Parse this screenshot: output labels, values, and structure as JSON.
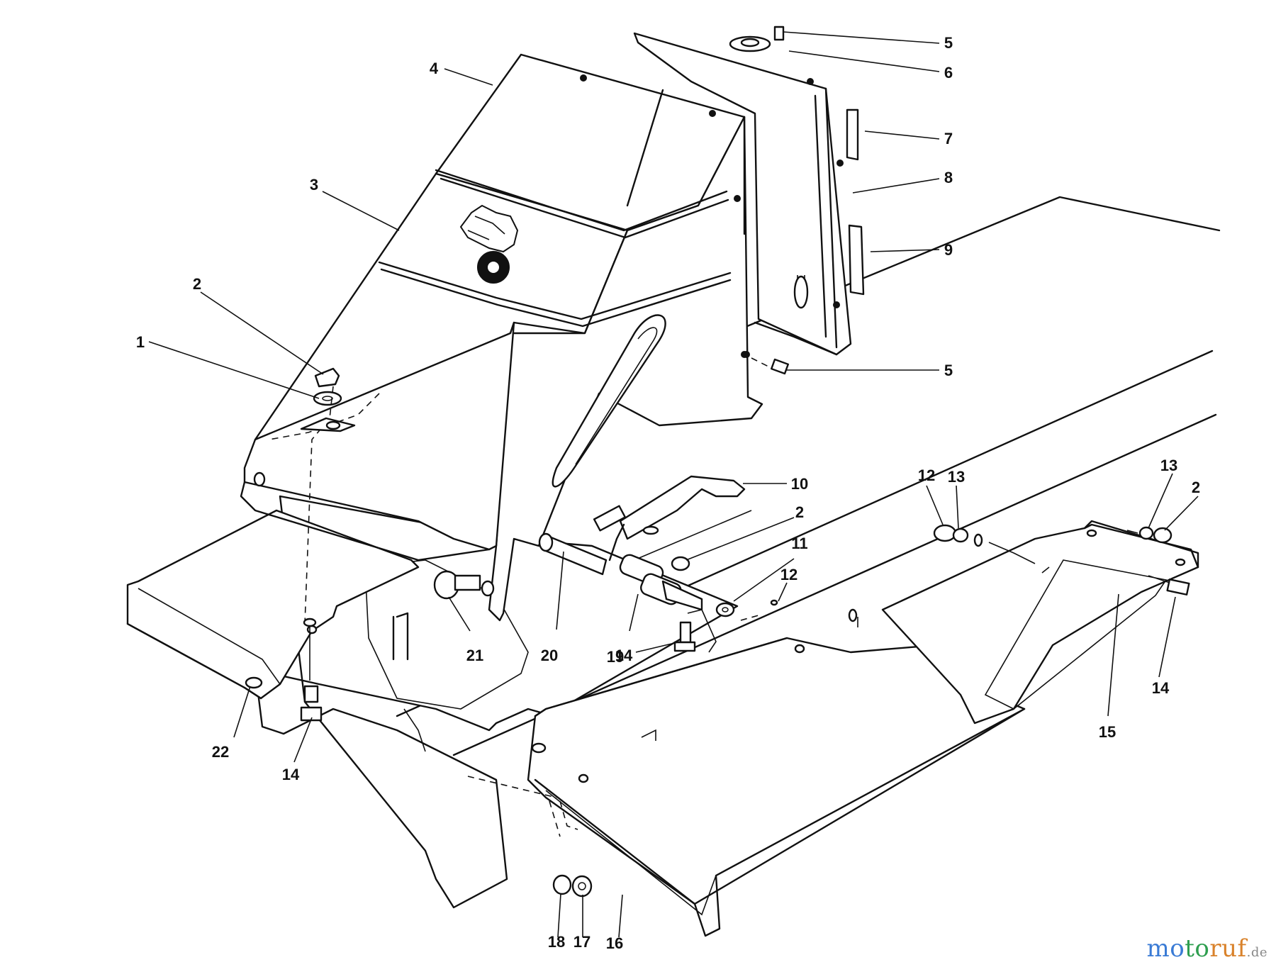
{
  "callouts": [
    {
      "id": "c1",
      "text": "1"
    },
    {
      "id": "c2a",
      "text": "2"
    },
    {
      "id": "c2b",
      "text": "2"
    },
    {
      "id": "c2c",
      "text": "2"
    },
    {
      "id": "c3",
      "text": "3"
    },
    {
      "id": "c4",
      "text": "4"
    },
    {
      "id": "c5a",
      "text": "5"
    },
    {
      "id": "c5b",
      "text": "5"
    },
    {
      "id": "c6",
      "text": "6"
    },
    {
      "id": "c7",
      "text": "7"
    },
    {
      "id": "c8",
      "text": "8"
    },
    {
      "id": "c9",
      "text": "9"
    },
    {
      "id": "c10",
      "text": "10"
    },
    {
      "id": "c11",
      "text": "11"
    },
    {
      "id": "c12a",
      "text": "12"
    },
    {
      "id": "c12b",
      "text": "12"
    },
    {
      "id": "c13a",
      "text": "13"
    },
    {
      "id": "c13b",
      "text": "13"
    },
    {
      "id": "c14a",
      "text": "14"
    },
    {
      "id": "c14b",
      "text": "14"
    },
    {
      "id": "c14c",
      "text": "14"
    },
    {
      "id": "c15",
      "text": "15"
    },
    {
      "id": "c16",
      "text": "16"
    },
    {
      "id": "c17",
      "text": "17"
    },
    {
      "id": "c18",
      "text": "18"
    },
    {
      "id": "c19",
      "text": "19"
    },
    {
      "id": "c20",
      "text": "20"
    },
    {
      "id": "c21",
      "text": "21"
    },
    {
      "id": "c22",
      "text": "22"
    }
  ],
  "watermark": {
    "part1": "mo",
    "part2": "to",
    "part3": "ruf",
    "part4": ".de"
  }
}
